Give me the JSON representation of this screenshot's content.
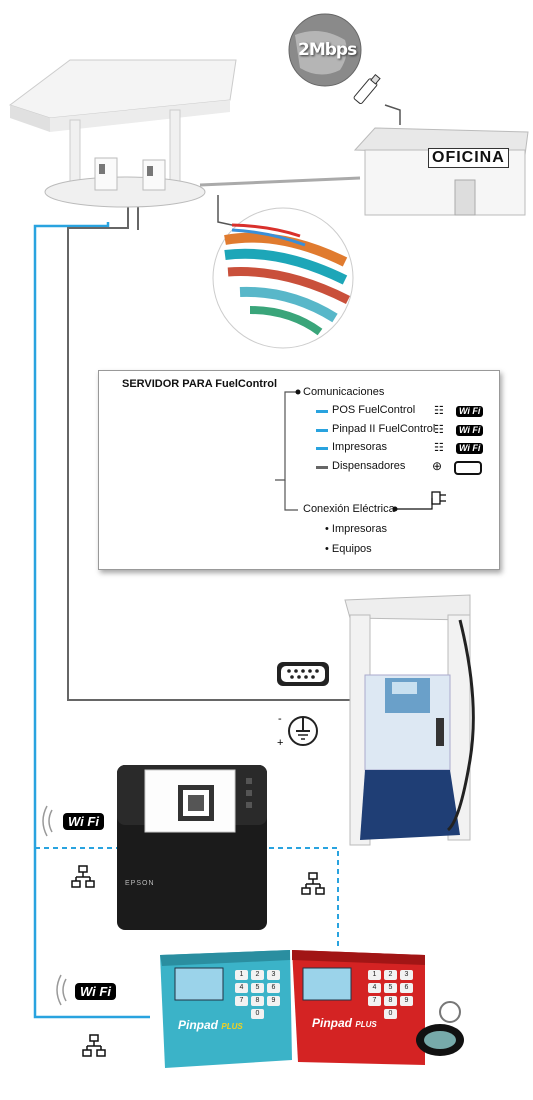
{
  "internet": {
    "speed": "2Mbps"
  },
  "office": {
    "label": "OFICINA"
  },
  "server": {
    "title": "SERVIDOR PARA FuelControl",
    "communications": {
      "label": "Comunicaciones",
      "items": [
        {
          "label": "POS FuelControl",
          "color": "#29a3df",
          "icons": [
            "network-icon",
            "wifi-icon"
          ]
        },
        {
          "label": "Pinpad II FuelControl",
          "color": "#29a3df",
          "icons": [
            "network-icon",
            "wifi-icon"
          ]
        },
        {
          "label": "Impresoras",
          "color": "#29a3df",
          "icons": [
            "network-icon",
            "wifi-icon"
          ]
        },
        {
          "label": "Dispensadores",
          "color": "#666666",
          "icons": [
            "ground-icon",
            "serial-port-icon"
          ]
        }
      ]
    },
    "electrical": {
      "label": "Conexión Eléctrica",
      "items": [
        "Impresoras",
        "Equipos"
      ]
    }
  },
  "wifi_label": "Wi Fi",
  "printer": {
    "brand": "EPSON"
  },
  "pinpads": [
    {
      "name": "Pinpad",
      "suffix": "PLUS",
      "color": "#3bb3c8"
    },
    {
      "name": "Pinpad",
      "suffix": "PLUS",
      "color": "#d42323"
    }
  ],
  "colors": {
    "wifi_line": "#29a3df",
    "serial_line": "#666666",
    "accent": "#29a3df"
  }
}
